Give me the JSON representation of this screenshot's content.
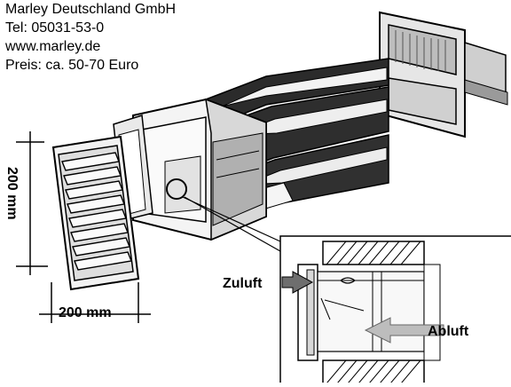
{
  "contact": {
    "company": "Marley Deutschland GmbH",
    "phone": "Tel: 05031-53-0",
    "website": "www.marley.de",
    "price": "Preis: ca. 50-70 Euro"
  },
  "dimensions": {
    "width_label": "200 mm",
    "height_label": "200 mm"
  },
  "detail": {
    "supply_label": "Zuluft",
    "exhaust_label": "Abluft"
  }
}
